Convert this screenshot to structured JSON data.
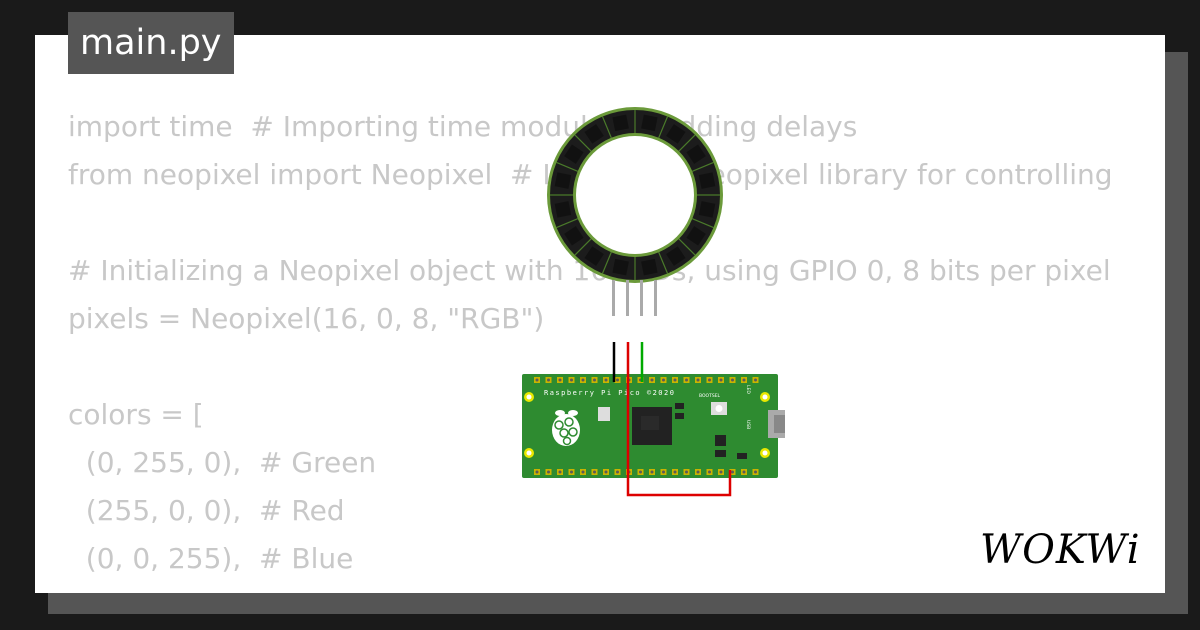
{
  "window": {
    "filename": "main.py"
  },
  "code_lines": [
    "import time  # Importing time module for adding delays",
    "from neopixel import Neopixel  # Importing Neopixel library for controlling",
    "",
    "# Initializing a Neopixel object with 16 LEDs, using GPIO 0, 8 bits per pixel",
    "pixels = Neopixel(16, 0, 8, \"RGB\")",
    "",
    "colors = [",
    "  (0, 255, 0),  # Green",
    "  (255, 0, 0),  # Red",
    "  (0, 0, 255),  # Blue",
    "]"
  ],
  "board": {
    "label": "Raspberry Pi Pico ©2020",
    "bootsel_label": "BOOTSEL",
    "usb_label": "USB",
    "led_label": "LED"
  },
  "brand": {
    "logo_text": "WOKWi"
  },
  "colors": {
    "background": "#1a1a1a",
    "card": "#ffffff",
    "tab": "#555555",
    "code_text": "#c8c8c8",
    "ring": "#111111",
    "ring_border": "#6b9a3a",
    "pcb": "#2e8b30",
    "wire_black": "#000000",
    "wire_red": "#dd0000",
    "wire_green": "#00aa00"
  }
}
